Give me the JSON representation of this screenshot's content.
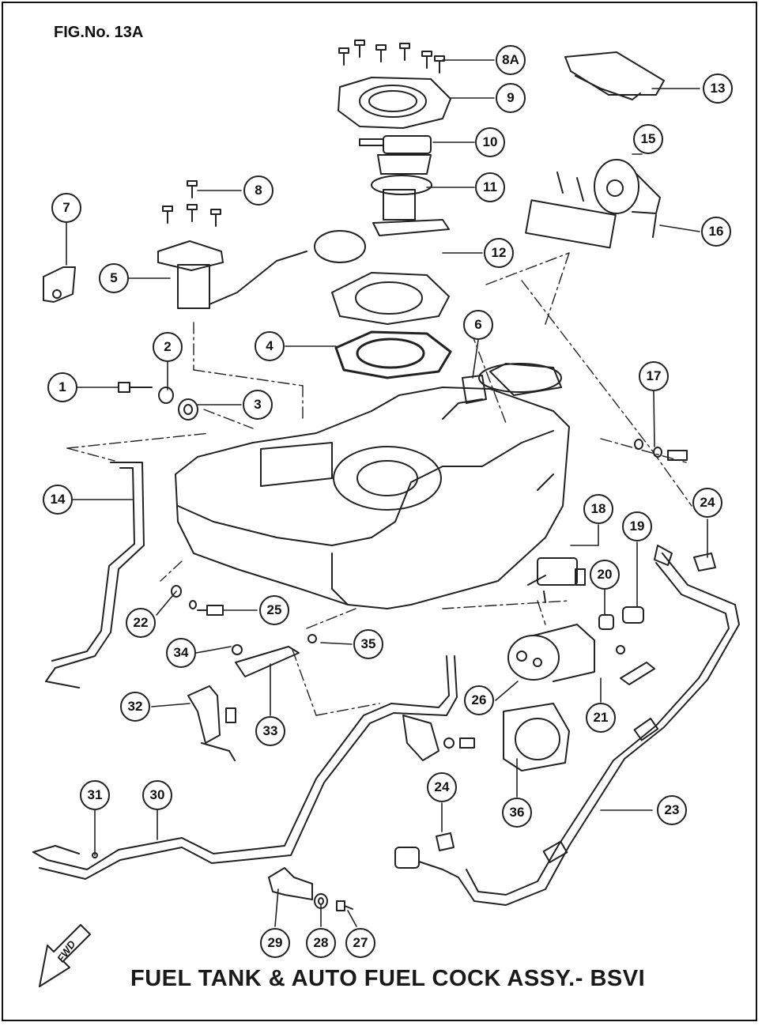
{
  "figure_number": "FIG.No. 13A",
  "title": "FUEL TANK & AUTO FUEL COCK ASSY.- BSVI",
  "fwd_label": "FWD",
  "callouts": [
    "8A",
    "9",
    "13",
    "10",
    "15",
    "8",
    "11",
    "7",
    "16",
    "12",
    "5",
    "6",
    "4",
    "2",
    "17",
    "1",
    "3",
    "24",
    "14",
    "18",
    "19",
    "20",
    "22",
    "25",
    "34",
    "35",
    "26",
    "32",
    "21",
    "33",
    "31",
    "30",
    "24",
    "36",
    "23",
    "29",
    "28",
    "27"
  ]
}
